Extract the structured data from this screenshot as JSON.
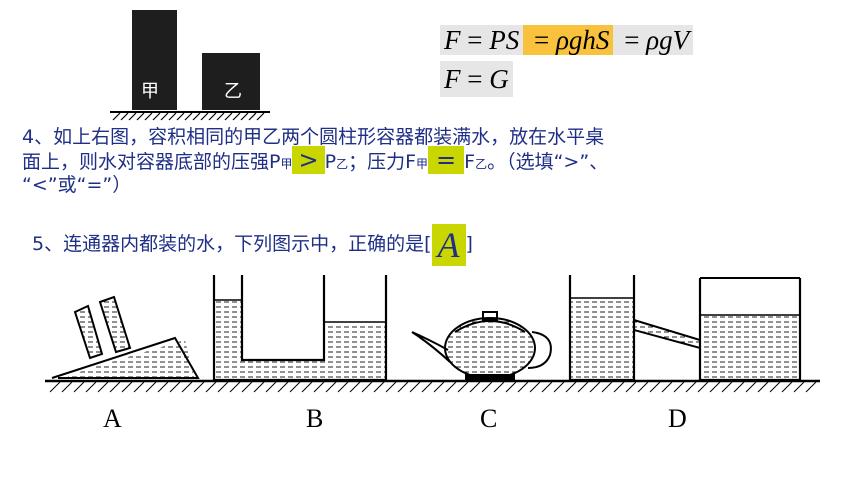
{
  "containers": {
    "jia_label": "甲",
    "yi_label": "乙"
  },
  "formula": {
    "f": "F",
    "eq1": " = ",
    "ps": "PS",
    "eq2": " = ",
    "rhoghs": "ρghS",
    "eq3": " = ",
    "rhogv": "ρgV",
    "g": "G"
  },
  "q4": {
    "line1": "4、如上右图，容积相同的甲乙两个圆柱形容器都装满水，放在水平桌",
    "line2_a": "面上，则水对容器底部的压强P",
    "sub_jia": "甲",
    "ans1": ">",
    "p": "P",
    "sub_yi": "乙",
    "line2_b": "；压力F",
    "sub_jia2": "甲",
    "ans2": "=",
    "f2": "F",
    "sub_yi2": "乙",
    "line2_c": "。（选填“>”、",
    "line3": "“<”或“=”）"
  },
  "q5": {
    "text": "5、连通器内都装的水，下列图示中，正确的是[",
    "answer": "A",
    "close": "]"
  },
  "options": [
    "A",
    "B",
    "C",
    "D"
  ]
}
